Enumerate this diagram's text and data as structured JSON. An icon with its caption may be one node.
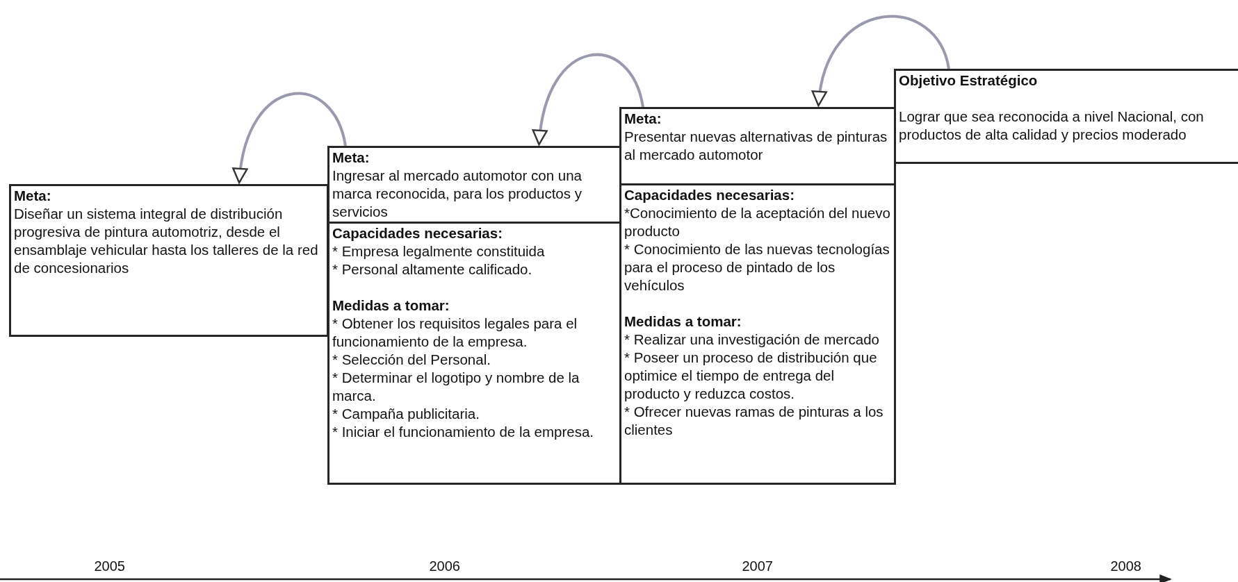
{
  "diagram": {
    "nodes": [
      {
        "text": [
          "Meta:",
          "Diseñar un sistema integral de distribución progresiva de pintura automotriz, desde el ensamblaje vehicular hasta los talleres de la red de concesionarios"
        ]
      },
      {
        "text": [
          "Meta:",
          "Ingresar al mercado automotor con una marca reconocida, para los productos y servicios"
        ]
      },
      {
        "text": [
          "Capacidades necesarias:",
          "* Empresa legalmente constituida",
          "* Personal altamente calificado.",
          "Medidas a tomar:",
          "* Obtener los requisitos legales para el funcionamiento de la empresa.",
          "* Selección del Personal.",
          "* Determinar el logotipo  y nombre de la marca.",
          "* Campaña publicitaria.",
          "* Iniciar el funcionamiento de la empresa."
        ]
      },
      {
        "text": [
          "Meta:",
          "Presentar nuevas alternativas de pinturas al mercado automotor"
        ]
      },
      {
        "text": [
          "Capacidades necesarias:",
          "*Conocimiento de la aceptación del nuevo producto",
          "* Conocimiento de las nuevas tecnologías para el proceso de pintado de los vehículos",
          "Medidas a tomar:",
          "* Realizar una investigación de mercado",
          "* Poseer un proceso de distribución que optimice el tiempo de entrega del producto y reduzca costos.",
          "* Ofrecer nuevas ramas de pinturas a los clientes"
        ]
      },
      {
        "text": [
          "Objetivo Estratégico",
          "Lograr que sea reconocida a nivel Nacional, con productos de alta calidad y precios moderado"
        ]
      }
    ],
    "edges": [
      {
        "from": 1,
        "to": 0,
        "arrow": "to"
      },
      {
        "from": 3,
        "to": 1,
        "arrow": "to"
      },
      {
        "from": 5,
        "to": 3,
        "arrow": "to"
      }
    ],
    "labels": [
      "2005",
      "2006",
      "2007",
      "2008"
    ]
  }
}
